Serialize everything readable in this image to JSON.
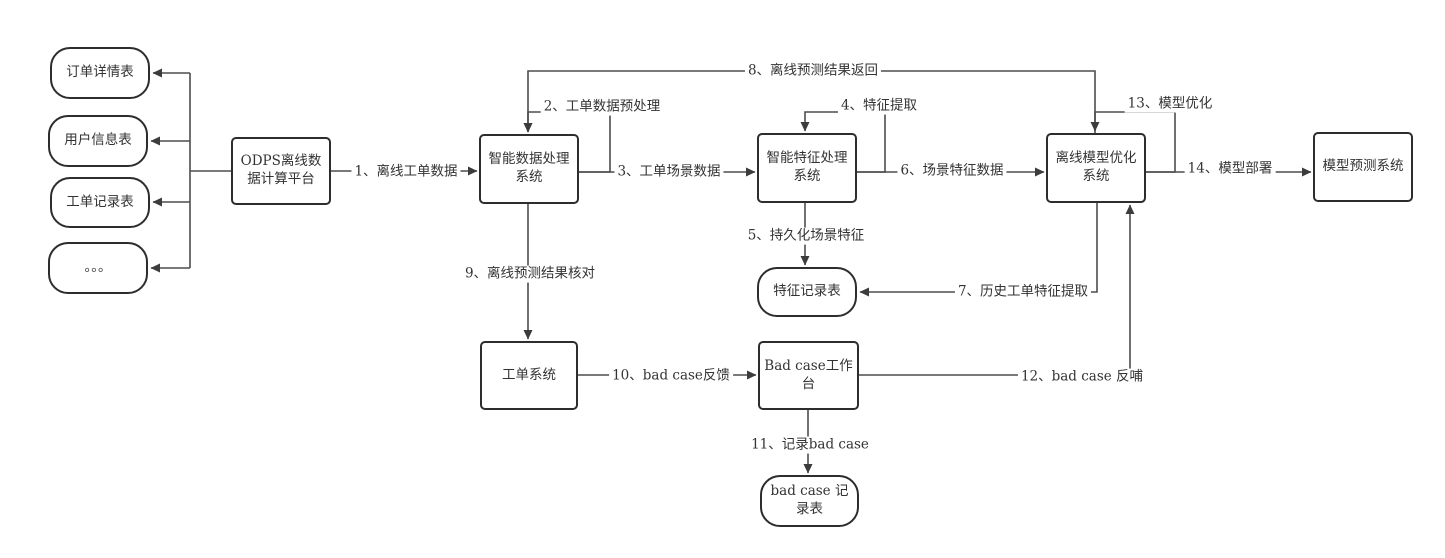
{
  "colors": {
    "background": "#ffffff",
    "node_fill": "#ffffff",
    "node_border": "#2d2d2d",
    "connector": "#4d4d4d",
    "text": "#333333"
  },
  "nodes": {
    "order_detail_table": {
      "label": "订单详情表",
      "shape": "rounded"
    },
    "user_info_table": {
      "label": "用户信息表",
      "shape": "rounded"
    },
    "ticket_record_table": {
      "label": "工单记录表",
      "shape": "rounded"
    },
    "more_tables": {
      "label": "。。。",
      "shape": "rounded"
    },
    "odps_platform": {
      "label": "ODPS离线数据计算平台",
      "shape": "rect"
    },
    "data_processing": {
      "label": "智能数据处理系统",
      "shape": "rect"
    },
    "feature_processing": {
      "label": "智能特征处理系统",
      "shape": "rect"
    },
    "model_optimization": {
      "label": "离线模型优化系统",
      "shape": "rect"
    },
    "model_prediction": {
      "label": "模型预测系统",
      "shape": "rect"
    },
    "feature_record_table": {
      "label": "特征记录表",
      "shape": "rounded"
    },
    "ticket_system": {
      "label": "工单系统",
      "shape": "rect"
    },
    "bad_case_workbench": {
      "label": "Bad case工作台",
      "shape": "rect"
    },
    "bad_case_record_table": {
      "label": "bad case 记录表",
      "shape": "rounded"
    }
  },
  "edges": {
    "e1": {
      "label": "1、离线工单数据",
      "from": "odps_platform",
      "to": "data_processing"
    },
    "e2": {
      "label": "2、工单数据预处理",
      "from": "data_processing",
      "to": "data_processing"
    },
    "e3": {
      "label": "3、工单场景数据",
      "from": "data_processing",
      "to": "feature_processing"
    },
    "e4": {
      "label": "4、特征提取",
      "from": "feature_processing",
      "to": "feature_processing"
    },
    "e5": {
      "label": "5、持久化场景特征",
      "from": "feature_processing",
      "to": "feature_record_table"
    },
    "e6": {
      "label": "6、场景特征数据",
      "from": "feature_processing",
      "to": "model_optimization"
    },
    "e7": {
      "label": "7、历史工单特征提取",
      "from": "model_optimization",
      "to": "feature_record_table"
    },
    "e8": {
      "label": "8、离线预测结果返回",
      "from": "model_optimization",
      "to": "data_processing"
    },
    "e9": {
      "label": "9、离线预测结果核对",
      "from": "data_processing",
      "to": "ticket_system"
    },
    "e10": {
      "label": "10、bad case反馈",
      "from": "ticket_system",
      "to": "bad_case_workbench"
    },
    "e11": {
      "label": "11、记录bad case",
      "from": "bad_case_workbench",
      "to": "bad_case_record_table"
    },
    "e12": {
      "label": "12、bad case 反哺",
      "from": "bad_case_workbench",
      "to": "model_optimization"
    },
    "e13": {
      "label": "13、模型优化",
      "from": "model_optimization",
      "to": "model_optimization"
    },
    "e14": {
      "label": "14、模型部署",
      "from": "model_optimization",
      "to": "model_prediction"
    },
    "fanout": {
      "label": "",
      "from": "odps_platform",
      "to": [
        "order_detail_table",
        "user_info_table",
        "ticket_record_table",
        "more_tables"
      ]
    }
  }
}
